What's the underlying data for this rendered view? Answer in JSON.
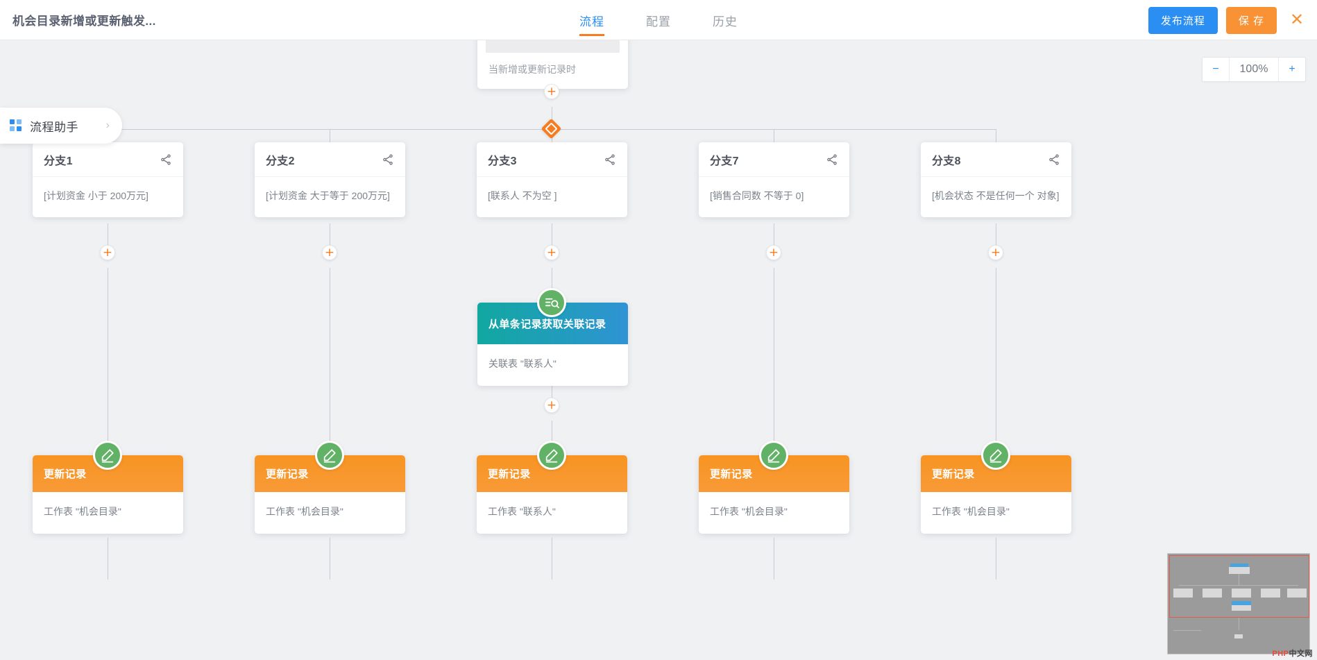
{
  "header": {
    "flow_title": "机会目录新增或更新触发...",
    "tabs": [
      {
        "label": "流程",
        "active": true
      },
      {
        "label": "配置",
        "active": false
      },
      {
        "label": "历史",
        "active": false
      }
    ],
    "publish_label": "发布流程",
    "save_label": "保 存",
    "close_label": "✕"
  },
  "assistant": {
    "label": "流程助手",
    "chevron": "›"
  },
  "zoom": {
    "minus": "−",
    "value": "100%",
    "plus": "+"
  },
  "trigger": {
    "description": "当新增或更新记录时"
  },
  "branches": [
    {
      "title": "分支1",
      "condition": "[计划资金 小于 200万元]"
    },
    {
      "title": "分支2",
      "condition": "[计划资金 大于等于 200万元]"
    },
    {
      "title": "分支3",
      "condition": "[联系人 不为空 ]"
    },
    {
      "title": "分支7",
      "condition": "[销售合同数 不等于 0]"
    },
    {
      "title": "分支8",
      "condition": "[机会状态 不是任何一个 对象]"
    }
  ],
  "lookup_card": {
    "title": "从单条记录获取关联记录",
    "detail": "关联表 \"联系人\""
  },
  "update_cards": [
    {
      "title": "更新记录",
      "detail": "工作表 \"机会目录\""
    },
    {
      "title": "更新记录",
      "detail": "工作表 \"机会目录\""
    },
    {
      "title": "更新记录",
      "detail": "工作表 \"联系人\""
    },
    {
      "title": "更新记录",
      "detail": "工作表 \"机会目录\""
    },
    {
      "title": "更新记录",
      "detail": "工作表 \"机会目录\""
    }
  ],
  "plus_label": "+",
  "watermark": {
    "php": "PHP",
    "cn": "中文网"
  },
  "colors": {
    "accent_blue": "#2b8ef3",
    "accent_orange": "#f57c20",
    "badge_green": "#61b266",
    "card_orange": "#f79422",
    "teal_start": "#11a8a0",
    "teal_end": "#2f93d4",
    "canvas_bg": "#f0f1f3"
  }
}
